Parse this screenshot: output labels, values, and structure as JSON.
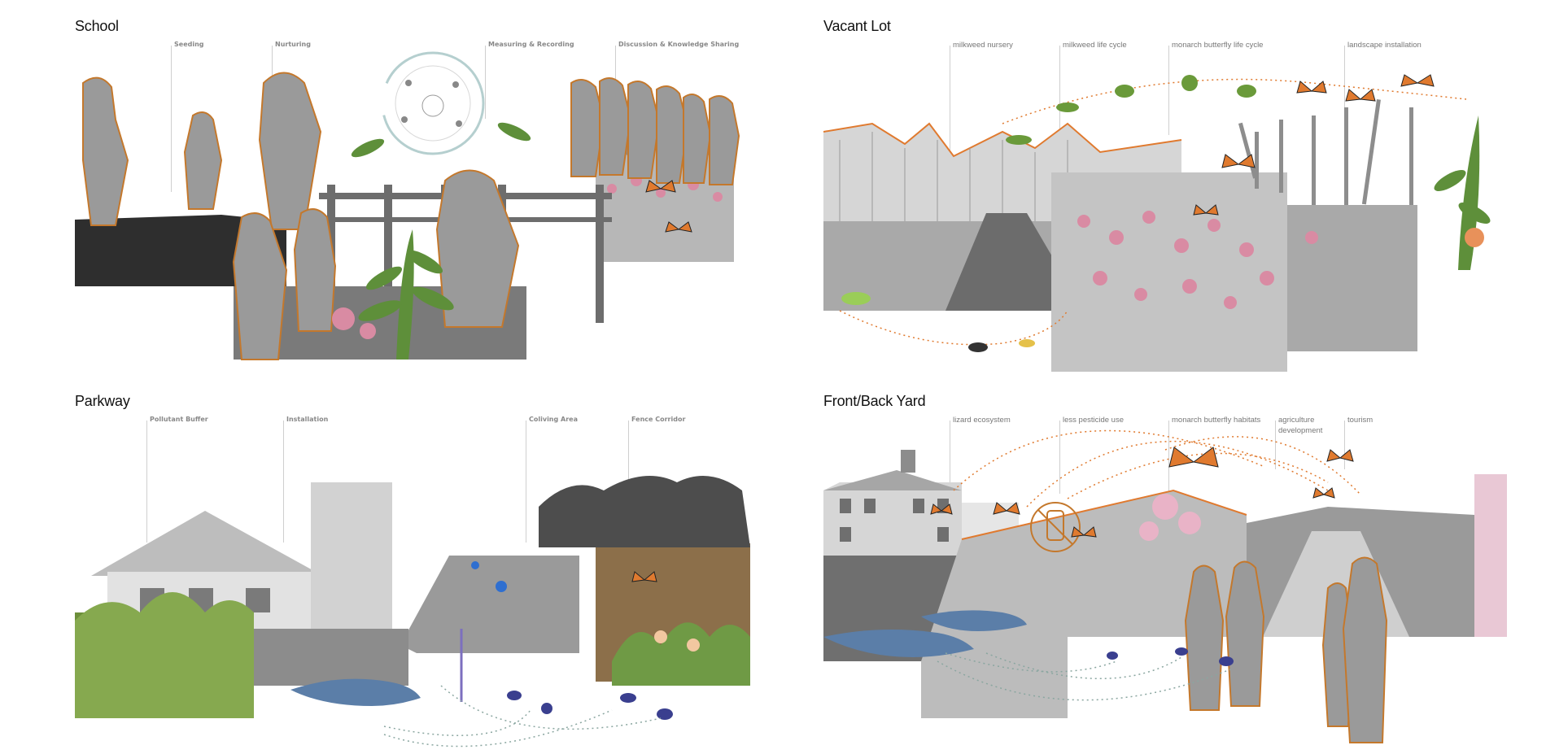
{
  "panels": {
    "school": {
      "title": "School",
      "labels": [
        "Seeding",
        "Nurturing",
        "Measuring & Recording",
        "Discussion & Knowledge Sharing"
      ]
    },
    "vacant": {
      "title": "Vacant Lot",
      "labels": [
        "milkweed nursery",
        "milkweed life cycle",
        "monarch butterfly life cycle",
        "landscape installation"
      ]
    },
    "parkway": {
      "title": "Parkway",
      "labels": [
        "Pollutant Buffer",
        "Installation",
        "Coliving Area",
        "Fence Corridor"
      ]
    },
    "yard": {
      "title": "Front/Back Yard",
      "labels": [
        "lizard ecosystem",
        "less pesticide use",
        "monarch butterfly habitats",
        "agriculture",
        "development",
        "tourism"
      ]
    }
  },
  "colors": {
    "accent": "#e07a2f",
    "dots": "#8aa6a0",
    "milkweed_pink": "#d98ba3",
    "leaf_green": "#5e8f3a",
    "insect_blue": "#3a3f8f"
  }
}
